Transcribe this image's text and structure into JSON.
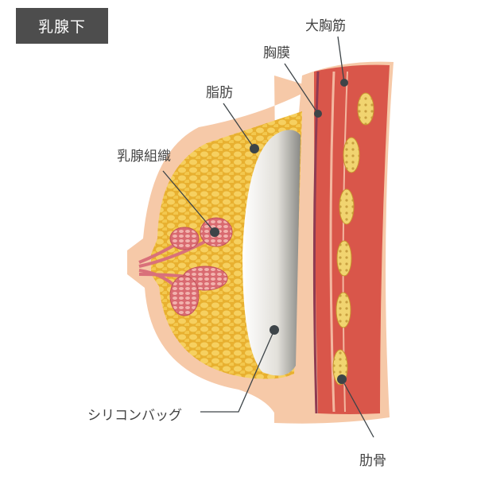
{
  "badge": {
    "title": "乳腺下"
  },
  "labels": {
    "pectoralis_major": "大胸筋",
    "pectoral_fascia": "胸膜",
    "fat": "脂肪",
    "mammary_gland": "乳腺組織",
    "silicone_bag": "シリコンバッグ",
    "rib": "肋骨"
  },
  "colors": {
    "badge_bg": "#4d4d4d",
    "skin": "#f6c9a8",
    "fat": "#f0c040",
    "gland": "#d9707a",
    "muscle": "#d9564a",
    "implant": "#e6e4df",
    "pointer": "#3d4448"
  }
}
